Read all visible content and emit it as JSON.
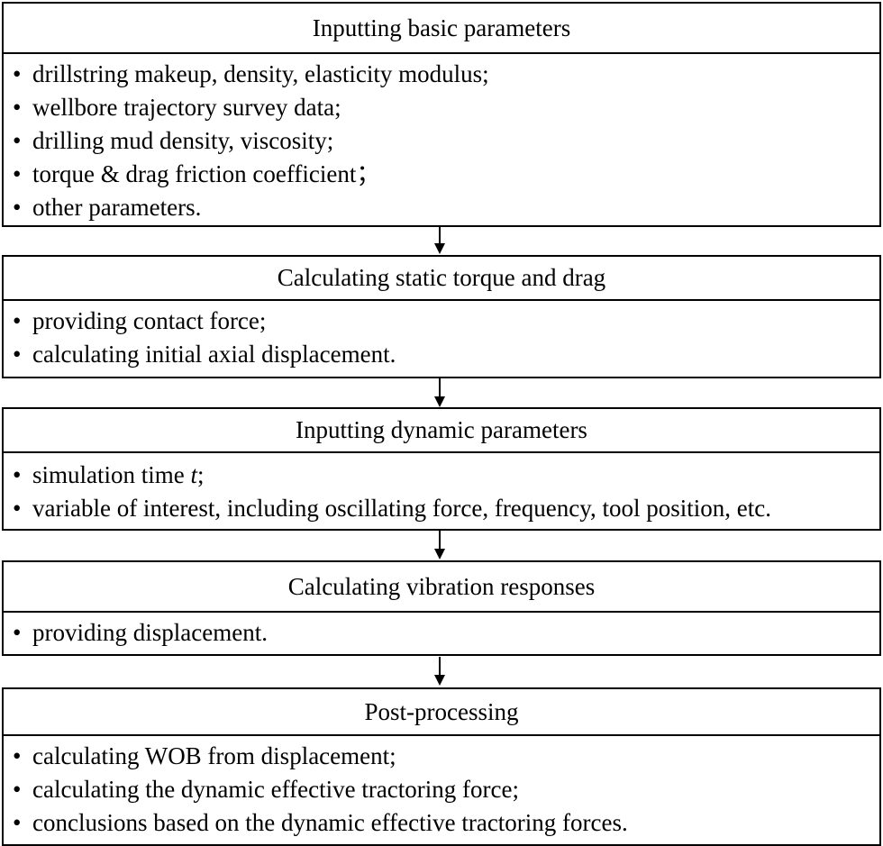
{
  "steps": [
    {
      "title": "Inputting basic parameters",
      "items": [
        "drillstring makeup, density, elasticity modulus;",
        "wellbore trajectory survey data;",
        "drilling mud density, viscosity;",
        "torque & drag friction coefficient；",
        "other parameters."
      ]
    },
    {
      "title": "Calculating static torque and drag",
      "items": [
        "providing contact force;",
        "calculating initial axial displacement."
      ]
    },
    {
      "title": "Inputting dynamic parameters",
      "items": [
        "simulation time",
        "variable of interest, including oscillating force, frequency, tool position, etc."
      ],
      "time_symbol": "t",
      "time_suffix": ";"
    },
    {
      "title": "Calculating vibration responses",
      "items": [
        "providing displacement."
      ]
    },
    {
      "title": "Post-processing",
      "items": [
        "calculating WOB from displacement;",
        "calculating the dynamic effective tractoring force;",
        "conclusions based on the dynamic effective tractoring forces."
      ]
    }
  ],
  "bullet_char": "•",
  "colors": {
    "border": "#000000",
    "background": "#ffffff",
    "text": "#000000"
  }
}
